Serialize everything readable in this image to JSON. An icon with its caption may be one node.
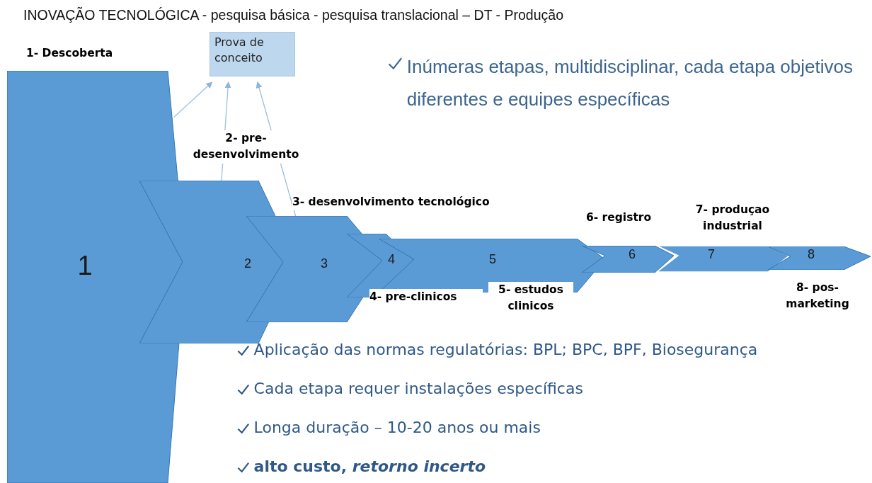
{
  "diagram": {
    "title": "INOVAÇÃO TECNOLÓGICA - pesquisa básica - pesquisa translacional – DT - Produção",
    "nodes": [
      {
        "text": [
          "1"
        ]
      },
      {
        "text": [
          "2"
        ]
      },
      {
        "text": [
          "3"
        ]
      },
      {
        "text": [
          "4"
        ]
      },
      {
        "text": [
          "5"
        ]
      },
      {
        "text": [
          "6"
        ]
      },
      {
        "text": [
          "7"
        ]
      },
      {
        "text": [
          "8"
        ]
      },
      {
        "text": [
          "Prova de conceito"
        ]
      }
    ],
    "edges": [
      {
        "from": 0,
        "to": 8,
        "arrow": "to"
      },
      {
        "from": 1,
        "to": 8,
        "arrow": "to"
      },
      {
        "from": 2,
        "to": 8,
        "arrow": "to"
      }
    ],
    "labels": [
      "1- Descoberta",
      "Inúmeras etapas, multidisciplinar, cada etapa objetivos diferentes e equipes específicas",
      "2- pre- desenvolvimento",
      "3- desenvolvimento tecnológico",
      "7- produçao industrial",
      "6- registro",
      "5- estudos clinicos",
      "4- pre-clinicos",
      "8- pos- marketing",
      "Aplicação das normas regulatórias: BPL; BPC, BPF, Biosegurança",
      "Cada etapa requer instalações específicas",
      "Longa duração – 10-20 anos ou mais",
      "alto custo, *retorno incerto*"
    ]
  }
}
